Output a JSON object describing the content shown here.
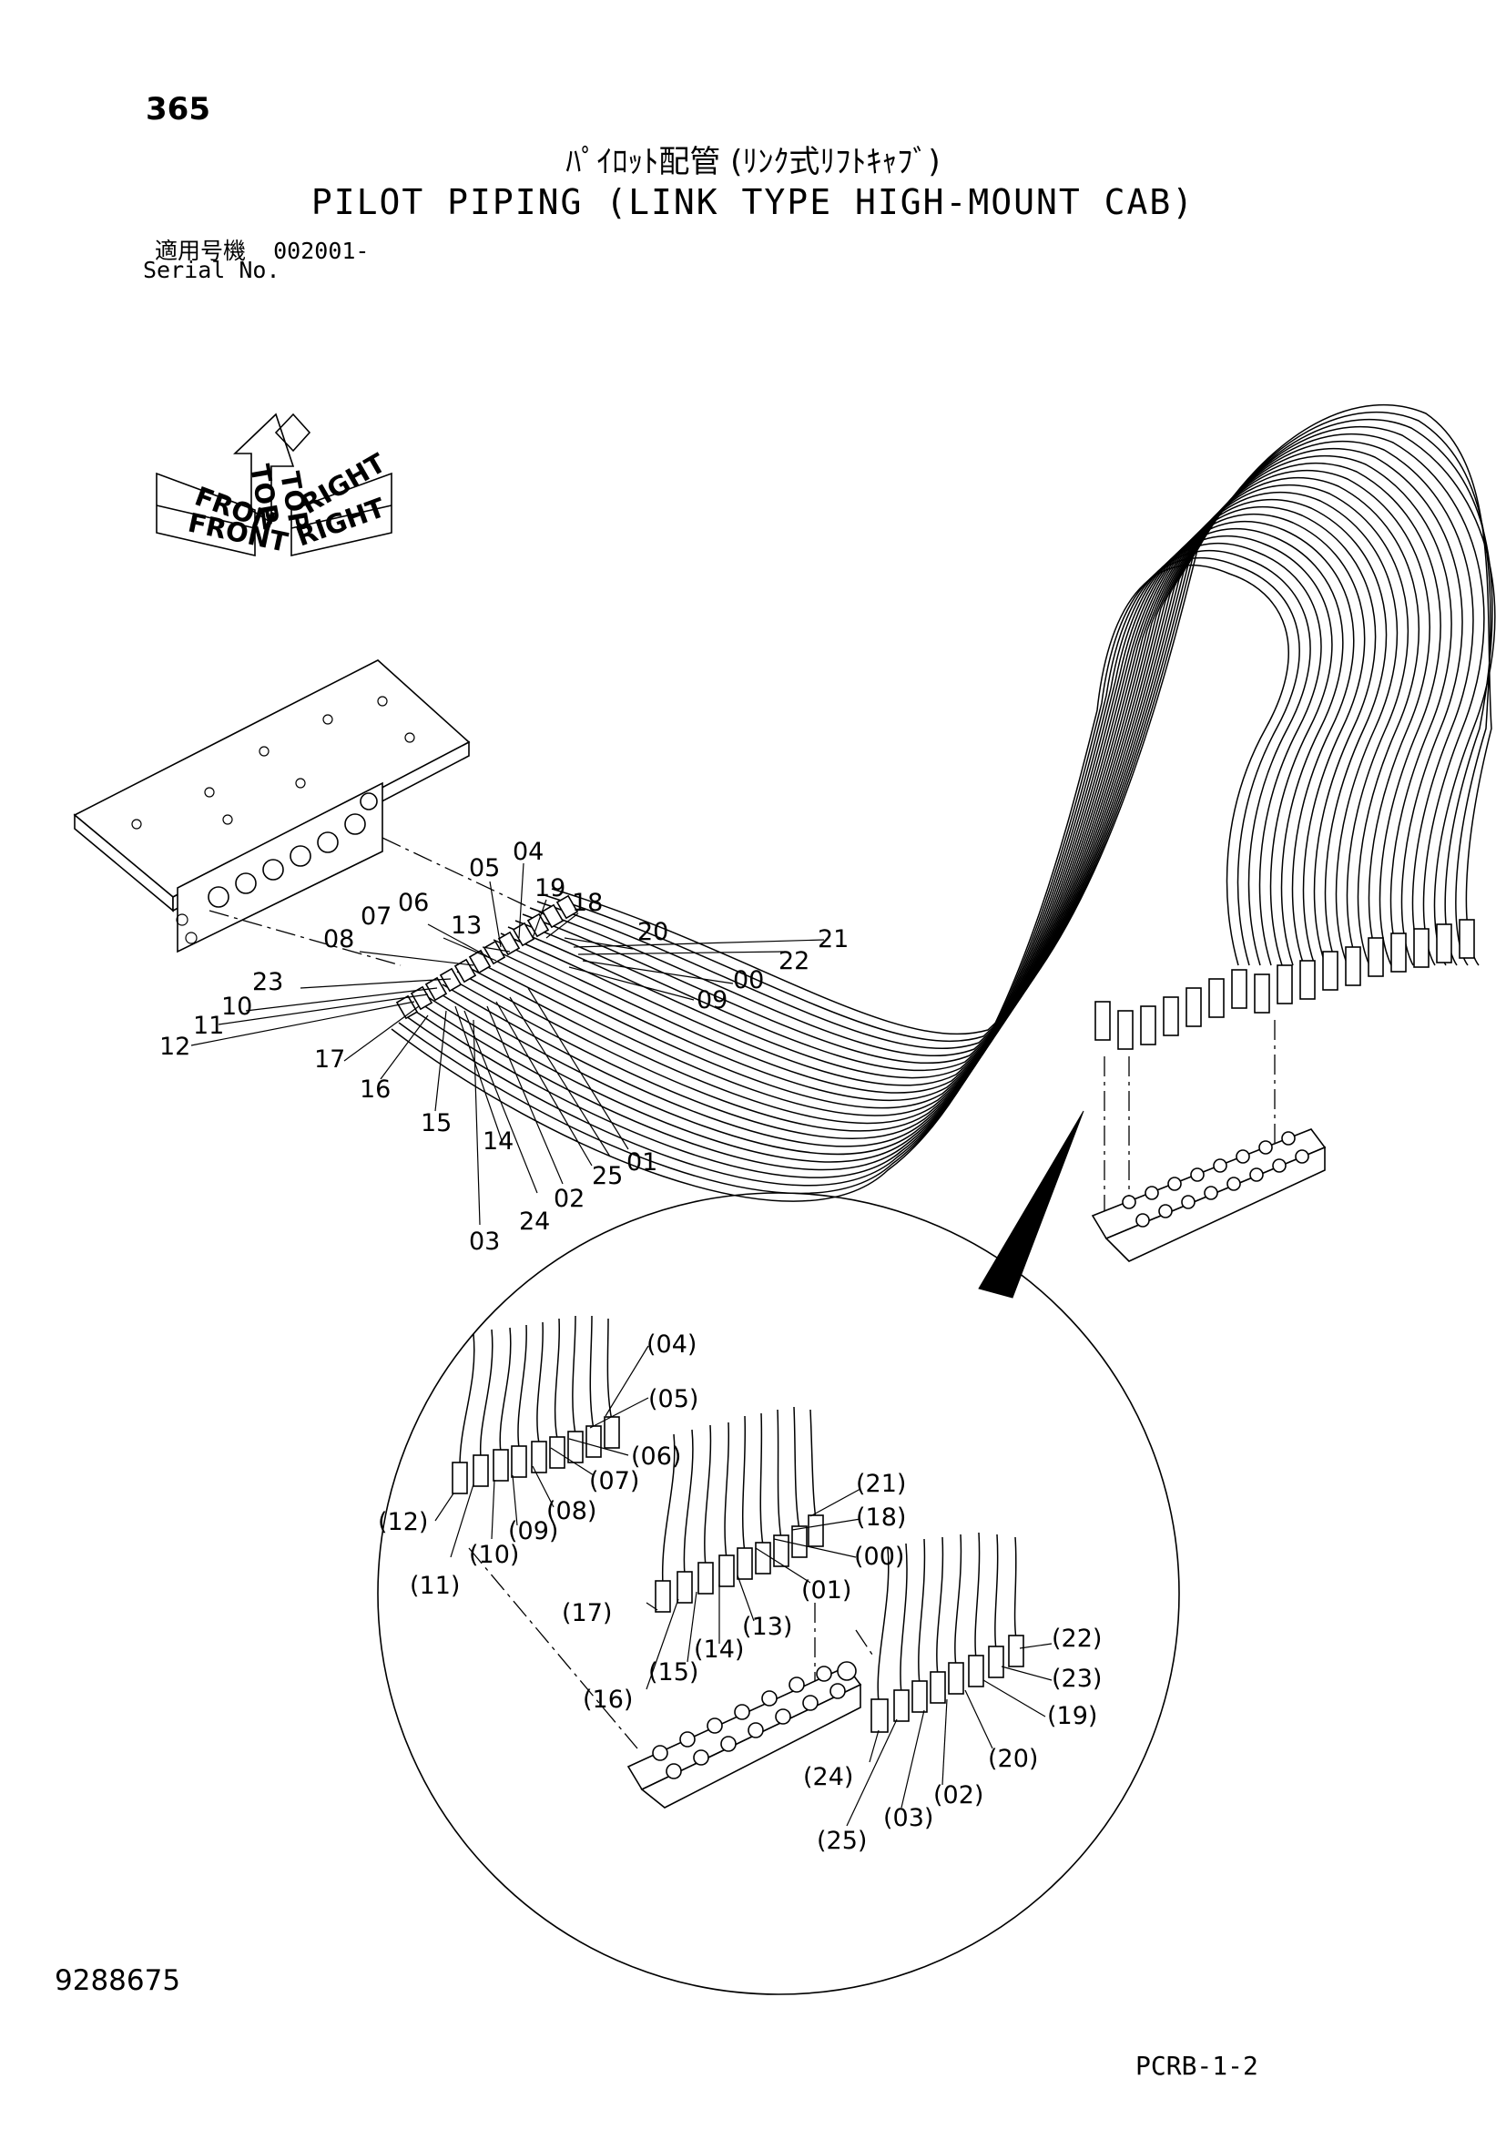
{
  "page_number": "365",
  "title_jp": "ﾊﾟｲﾛｯﾄ配管 (ﾘﾝｸ式ﾘﾌﾄｷｬﾌﾞ)",
  "title_en": "PILOT PIPING (LINK TYPE HIGH-MOUNT CAB)",
  "serial_label_jp": "適用号機",
  "serial_value": "002001-",
  "serial_label_en": "Serial No.",
  "orientation": {
    "front": "FRONT",
    "front_partial": "FRON",
    "top": "TOP",
    "right": "RIGHT"
  },
  "main_callouts": [
    "04",
    "05",
    "19",
    "18",
    "06",
    "07",
    "13",
    "20",
    "21",
    "08",
    "22",
    "00",
    "23",
    "09",
    "10",
    "11",
    "12",
    "17",
    "16",
    "15",
    "14",
    "24",
    "03",
    "02",
    "25",
    "01"
  ],
  "detail_callouts": [
    "(04)",
    "(05)",
    "(06)",
    "(07)",
    "(12)",
    "(08)",
    "(09)",
    "(10)",
    "(11)",
    "(21)",
    "(18)",
    "(00)",
    "(01)",
    "(17)",
    "(13)",
    "(14)",
    "(15)",
    "(16)",
    "(22)",
    "(23)",
    "(19)",
    "(20)",
    "(02)",
    "(03)",
    "(24)",
    "(25)"
  ],
  "document_number": "9288675",
  "page_code": "PCRB-1-2"
}
